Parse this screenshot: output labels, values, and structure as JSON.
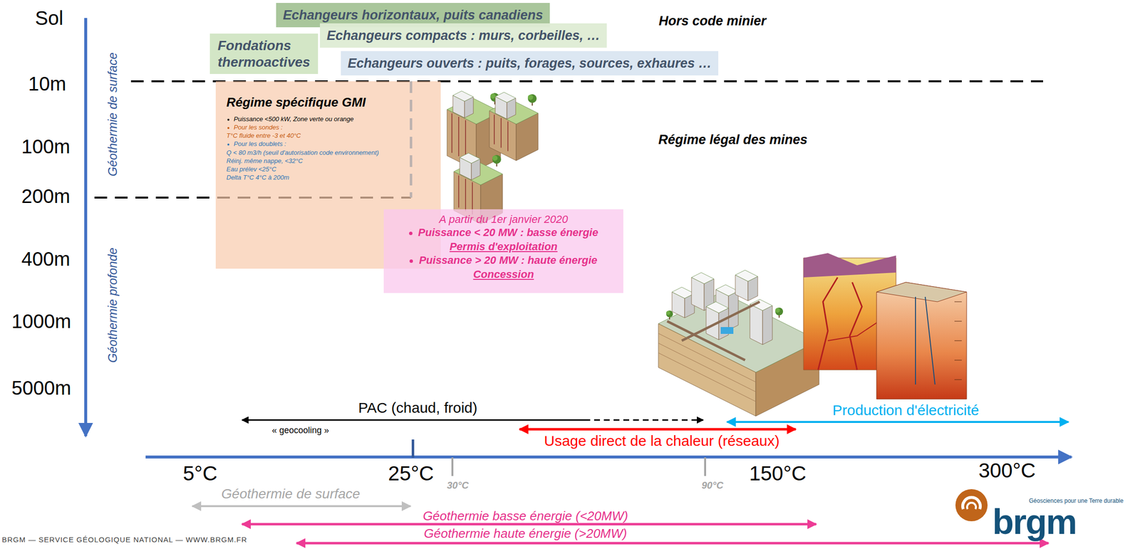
{
  "diagram": {
    "nodes": [
      {
        "text": [
          "Echangeurs horizontaux, puits canadiens"
        ]
      },
      {
        "text": [
          "Echangeurs compacts : murs, corbeilles, …"
        ]
      },
      {
        "text": [
          "Fondations thermoactives"
        ]
      },
      {
        "text": [
          "Echangeurs ouverts : puits, forages, sources, exhaures …"
        ]
      },
      {
        "text": [
          "Régime spécifique GMI",
          "Puissance <500 kW, Zone verte ou orange",
          "Pour les sondes :",
          "T°C fluide entre -3 et 40°C",
          "Pour les doublets :",
          "Q < 80 m3/h (seuil d'autorisation code environnement)",
          "Réinj. même nappe, <32°C",
          "Eau prélev <25°C",
          "Delta T°C 4°C à 200m"
        ]
      },
      {
        "text": [
          "A partir du 1er janvier 2020",
          "Puissance < 20 MW : basse énergie",
          "Permis d'exploitation",
          "Puissance > 20 MW : haute énergie",
          "Concession"
        ]
      }
    ],
    "labels": [
      "Sol",
      "10m",
      "100m",
      "200m",
      "400m",
      "1000m",
      "5000m",
      "Géothermie de surface",
      "Géothermie profonde",
      "Hors code minier",
      "Régime légal des mines",
      "PAC (chaud, froid)",
      "« geocooling »",
      "Production d'électricité",
      "Usage direct de la chaleur (réseaux)",
      "5°C",
      "25°C",
      "30°C",
      "90°C",
      "150°C",
      "300°C",
      "Géothermie de surface",
      "Géothermie basse énergie (<20MW)",
      "Géothermie haute énergie (>20MW)",
      "BRGM — SERVICE GÉOLOGIQUE NATIONAL — WWW.BRGM.FR",
      "Géosciences pour une Terre durable",
      "brgm"
    ]
  }
}
